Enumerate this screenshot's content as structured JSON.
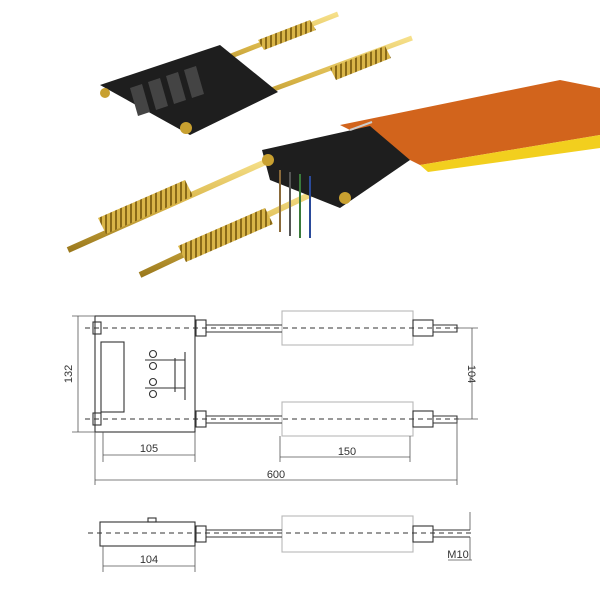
{
  "drawing": {
    "dimensions": {
      "height": "132",
      "rod_spacing": "104",
      "block_length": "105",
      "spring_length": "150",
      "overall_length": "600",
      "side_block_length": "104",
      "thread": "M10"
    }
  },
  "colors": {
    "brass": "#d9b548",
    "block": "#1e1e1e",
    "busbar": "#d2641c",
    "busbar_edge": "#f2cf1e",
    "line": "#333333"
  }
}
